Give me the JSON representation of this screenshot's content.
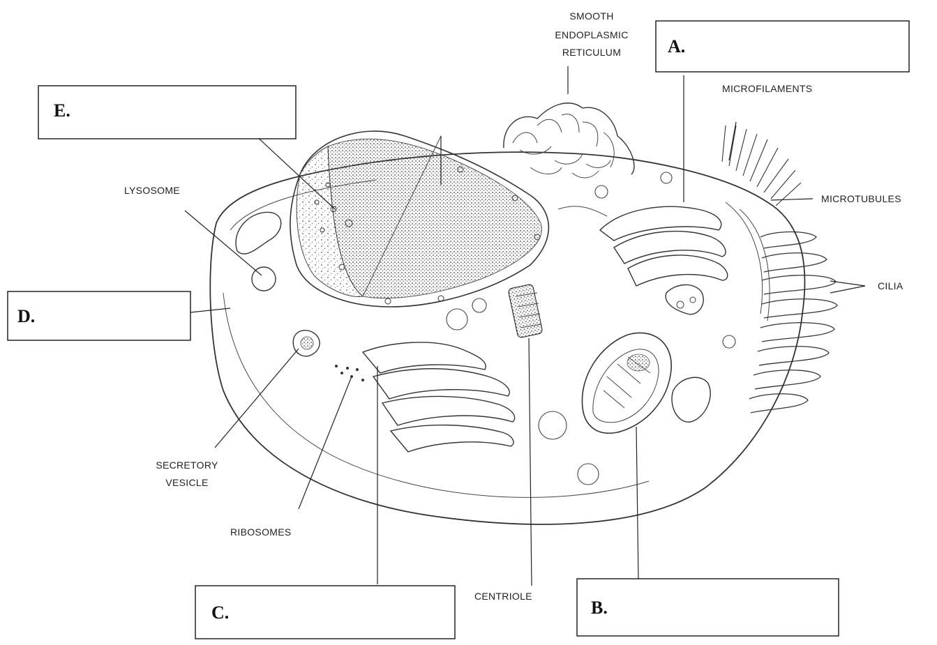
{
  "labels": {
    "smooth_er": [
      "SMOOTH",
      "ENDOPLASMIC",
      "RETICULUM"
    ],
    "microfilaments": "MICROFILAMENTS",
    "microtubules": "MICROTUBULES",
    "cilia": "CILIA",
    "lysosome": "LYSOSOME",
    "secretory_vesicle": [
      "SECRETORY",
      "VESICLE"
    ],
    "ribosomes": "RIBOSOMES",
    "centriole": "CENTRIOLE"
  },
  "answer_boxes": {
    "a": "A.",
    "b": "B.",
    "c": "C.",
    "d": "D.",
    "e": "E."
  }
}
